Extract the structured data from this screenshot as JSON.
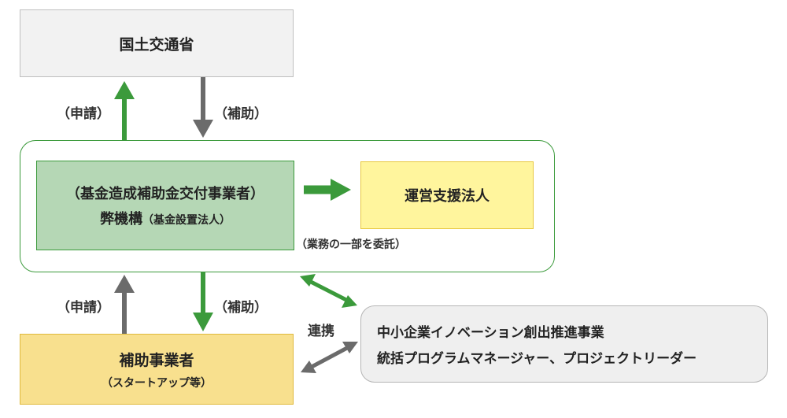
{
  "nodes": {
    "mlit": "国土交通省",
    "fund_line1": "（基金造成補助金交付事業者）",
    "fund_line2_main": "弊機構",
    "fund_line2_sub": "（基金設置法人）",
    "operator": "運営支援法人",
    "recipient_line1": "補助事業者",
    "recipient_line2": "（スタートアップ等）",
    "sbir_line1": "中小企業イノベーション創出推進事業",
    "sbir_line2": "統括プログラムマネージャー、プロジェクトリーダー"
  },
  "labels": {
    "apply_top": "（申請）",
    "subsidy_top": "（補助）",
    "apply_bottom": "（申請）",
    "subsidy_bottom": "（補助）",
    "outsource": "（業務の一部を委託）",
    "cooperation": "連携"
  },
  "colors": {
    "green": "#3b9a3b",
    "gray": "#6b6b6b",
    "fund_fill": "#b5d7b5",
    "operator_fill": "#fff59d",
    "recipient_fill": "#f8e08e",
    "mlit_fill": "#f2f2f2",
    "sbir_fill": "#efefef"
  }
}
